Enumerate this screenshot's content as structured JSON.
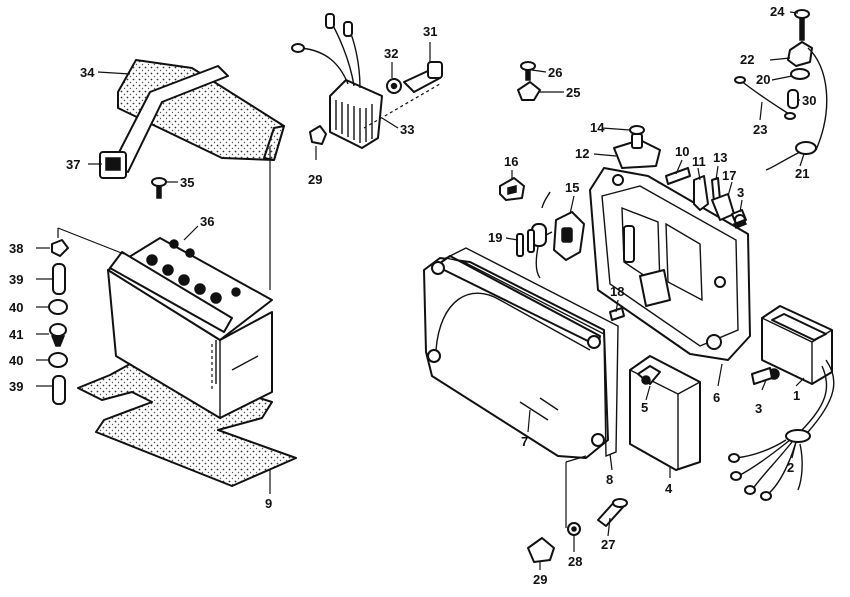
{
  "callouts": [
    "1",
    "2",
    "3",
    "3",
    "4",
    "5",
    "6",
    "7",
    "8",
    "9",
    "10",
    "11",
    "12",
    "13",
    "14",
    "15",
    "16",
    "17",
    "18",
    "19",
    "20",
    "21",
    "22",
    "23",
    "24",
    "25",
    "26",
    "27",
    "28",
    "29",
    "29",
    "30",
    "31",
    "32",
    "33",
    "34",
    "35",
    "36",
    "37",
    "38",
    "39",
    "39",
    "40",
    "40",
    "41"
  ],
  "icons": [
    "battery",
    "battery-cover",
    "battery-strap",
    "battery-pad",
    "vent-tube-assembly",
    "voltage-regulator",
    "cdi-unit",
    "electrical-box",
    "electrical-box-cover",
    "gasket",
    "starter-relay",
    "wiring-harness",
    "fuse-holder",
    "cable-grommet",
    "ground-wire",
    "wire-clamp",
    "screw",
    "bolt",
    "washer",
    "nut"
  ]
}
